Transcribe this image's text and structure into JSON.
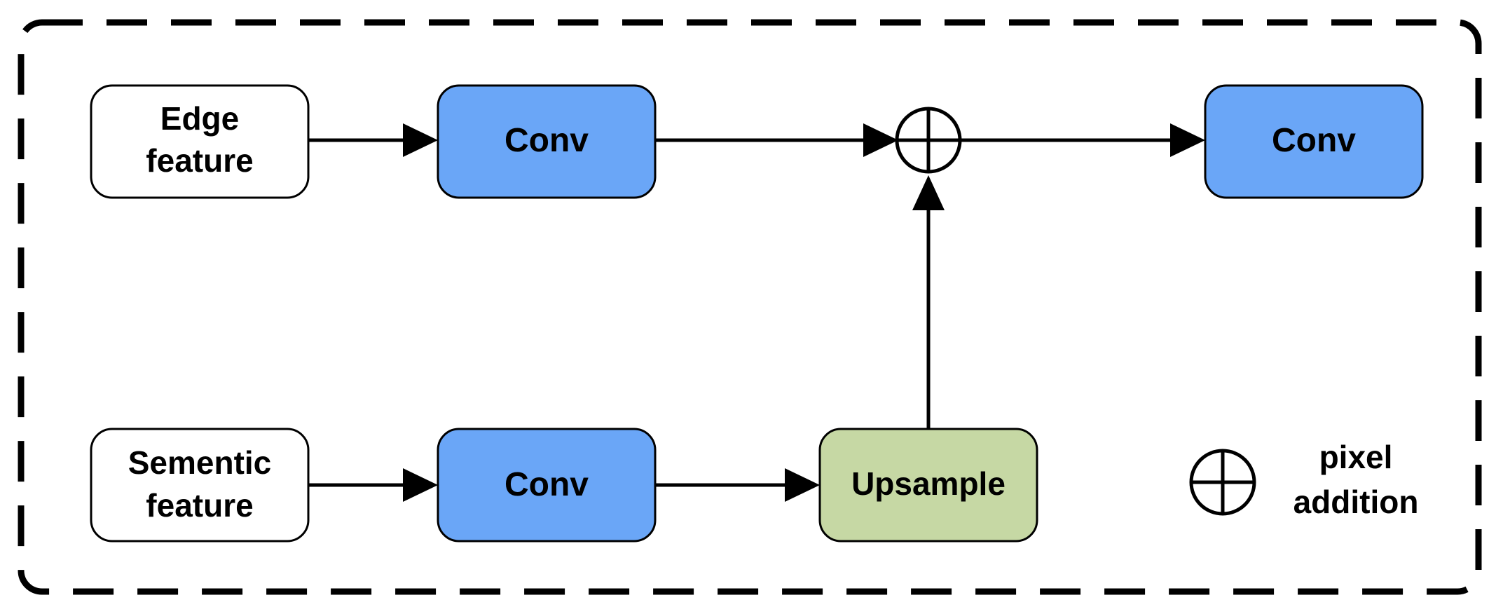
{
  "colors": {
    "conv_fill": "#6aa6f7",
    "upsample_fill": "#c6d8a4",
    "input_fill": "#ffffff",
    "stroke": "#000000"
  },
  "nodes": {
    "edge_feature": {
      "line1": "Edge",
      "line2": "feature"
    },
    "semantic_feature": {
      "line1": "Sementic",
      "line2": "feature"
    },
    "conv_top": {
      "label": "Conv"
    },
    "conv_bottom": {
      "label": "Conv"
    },
    "upsample": {
      "label": "Upsample"
    },
    "conv_out": {
      "label": "Conv"
    }
  },
  "legend": {
    "icon": "circle-plus-icon",
    "line1": "pixel",
    "line2": "addition"
  },
  "edges": [
    {
      "from": "edge_feature",
      "to": "conv_top"
    },
    {
      "from": "conv_top",
      "to": "pixel_addition"
    },
    {
      "from": "semantic_feature",
      "to": "conv_bottom"
    },
    {
      "from": "conv_bottom",
      "to": "upsample"
    },
    {
      "from": "upsample",
      "to": "pixel_addition"
    },
    {
      "from": "pixel_addition",
      "to": "conv_out"
    }
  ]
}
